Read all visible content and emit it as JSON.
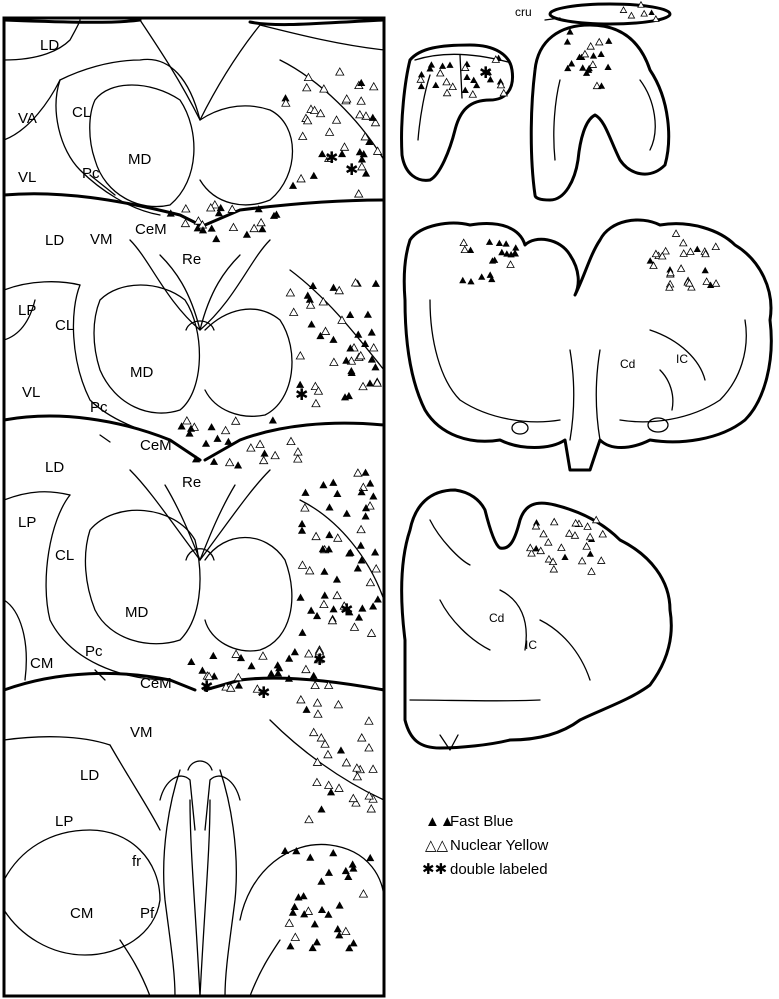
{
  "left_labels": {
    "s1": [
      "LD",
      "VA",
      "CL",
      "MD",
      "VL",
      "Pc",
      "CeM"
    ],
    "s2": [
      "LD",
      "VM",
      "Re",
      "LP",
      "CL",
      "MD",
      "VL",
      "Pc",
      "CeM"
    ],
    "s3": [
      "LD",
      "Re",
      "LP",
      "CL",
      "MD",
      "Pc",
      "CM",
      "CeM"
    ],
    "s4": [
      "VM",
      "LD",
      "LP",
      "fr",
      "CM",
      "Pf"
    ]
  },
  "right_labels": {
    "cru": "cru",
    "cd1": "Cd",
    "ic1": "IC",
    "cd2": "Cd",
    "ic2": "IC"
  },
  "legend": {
    "fast_blue": "Fast Blue",
    "nuclear_yellow": "Nuclear Yellow",
    "double_labeled": "double labeled",
    "fast_blue_symbol": "▲▲",
    "nuclear_yellow_symbol": "△△",
    "double_symbol": "✱✱"
  }
}
